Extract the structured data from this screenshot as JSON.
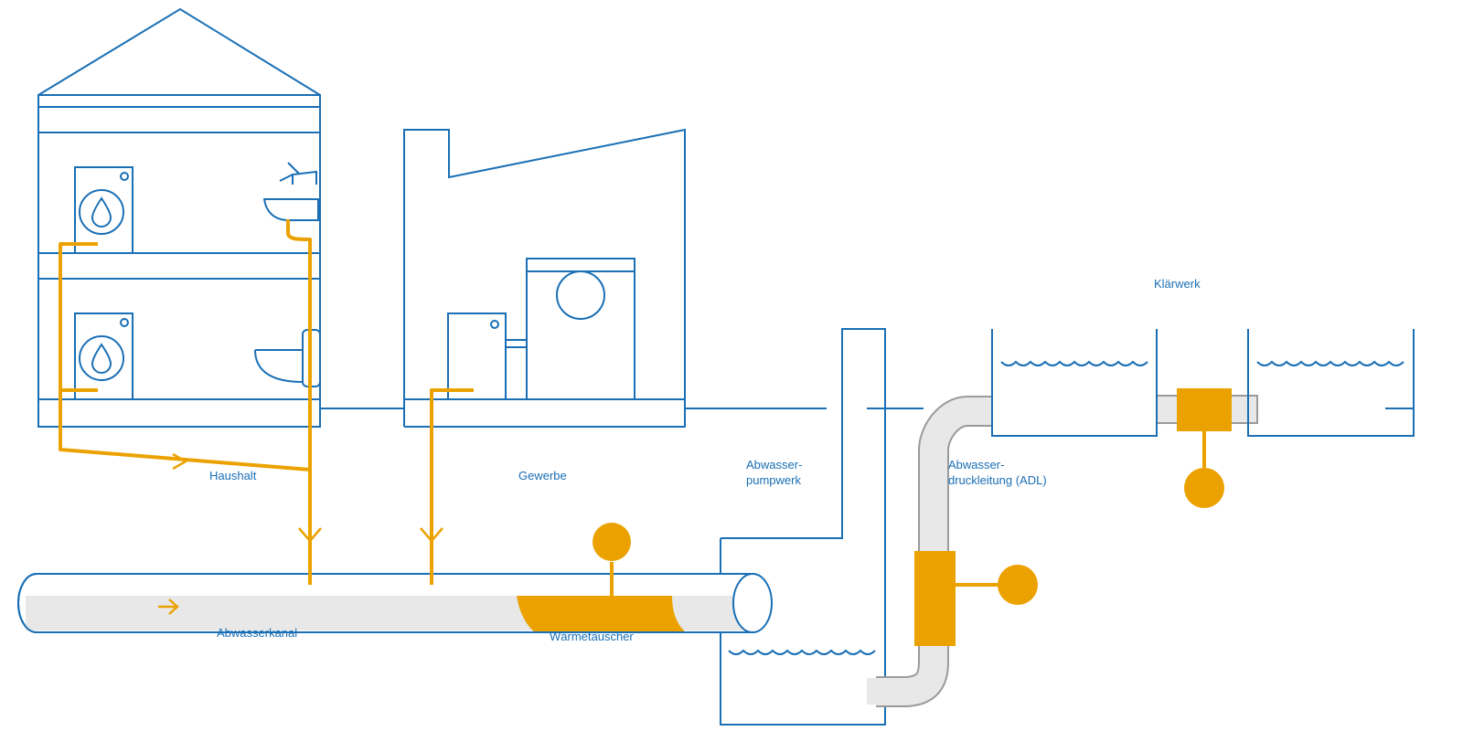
{
  "labels": {
    "haushalt": "Haushalt",
    "gewerbe": "Gewerbe",
    "pumpwerk": "Abwasser-\npumpwerk",
    "adl": "Abwasser-\ndruckleitung (ADL)",
    "klaerwerk": "Klärwerk",
    "abwasserkanal": "Abwasserkanal",
    "waermetauscher": "Wärmetauscher"
  },
  "colors": {
    "outline": "#1A6FB5",
    "flow": "#EBA200",
    "pipe_fill": "#E8E8E8",
    "pipe_stroke": "#9A9A9A",
    "label": "#1A6FB5"
  },
  "icons": [
    "washing-machine-icon",
    "water-drop-icon",
    "sink-icon",
    "faucet-icon",
    "toilet-icon",
    "flow-arrow-icon",
    "water-wave-icon",
    "pump-icon"
  ]
}
